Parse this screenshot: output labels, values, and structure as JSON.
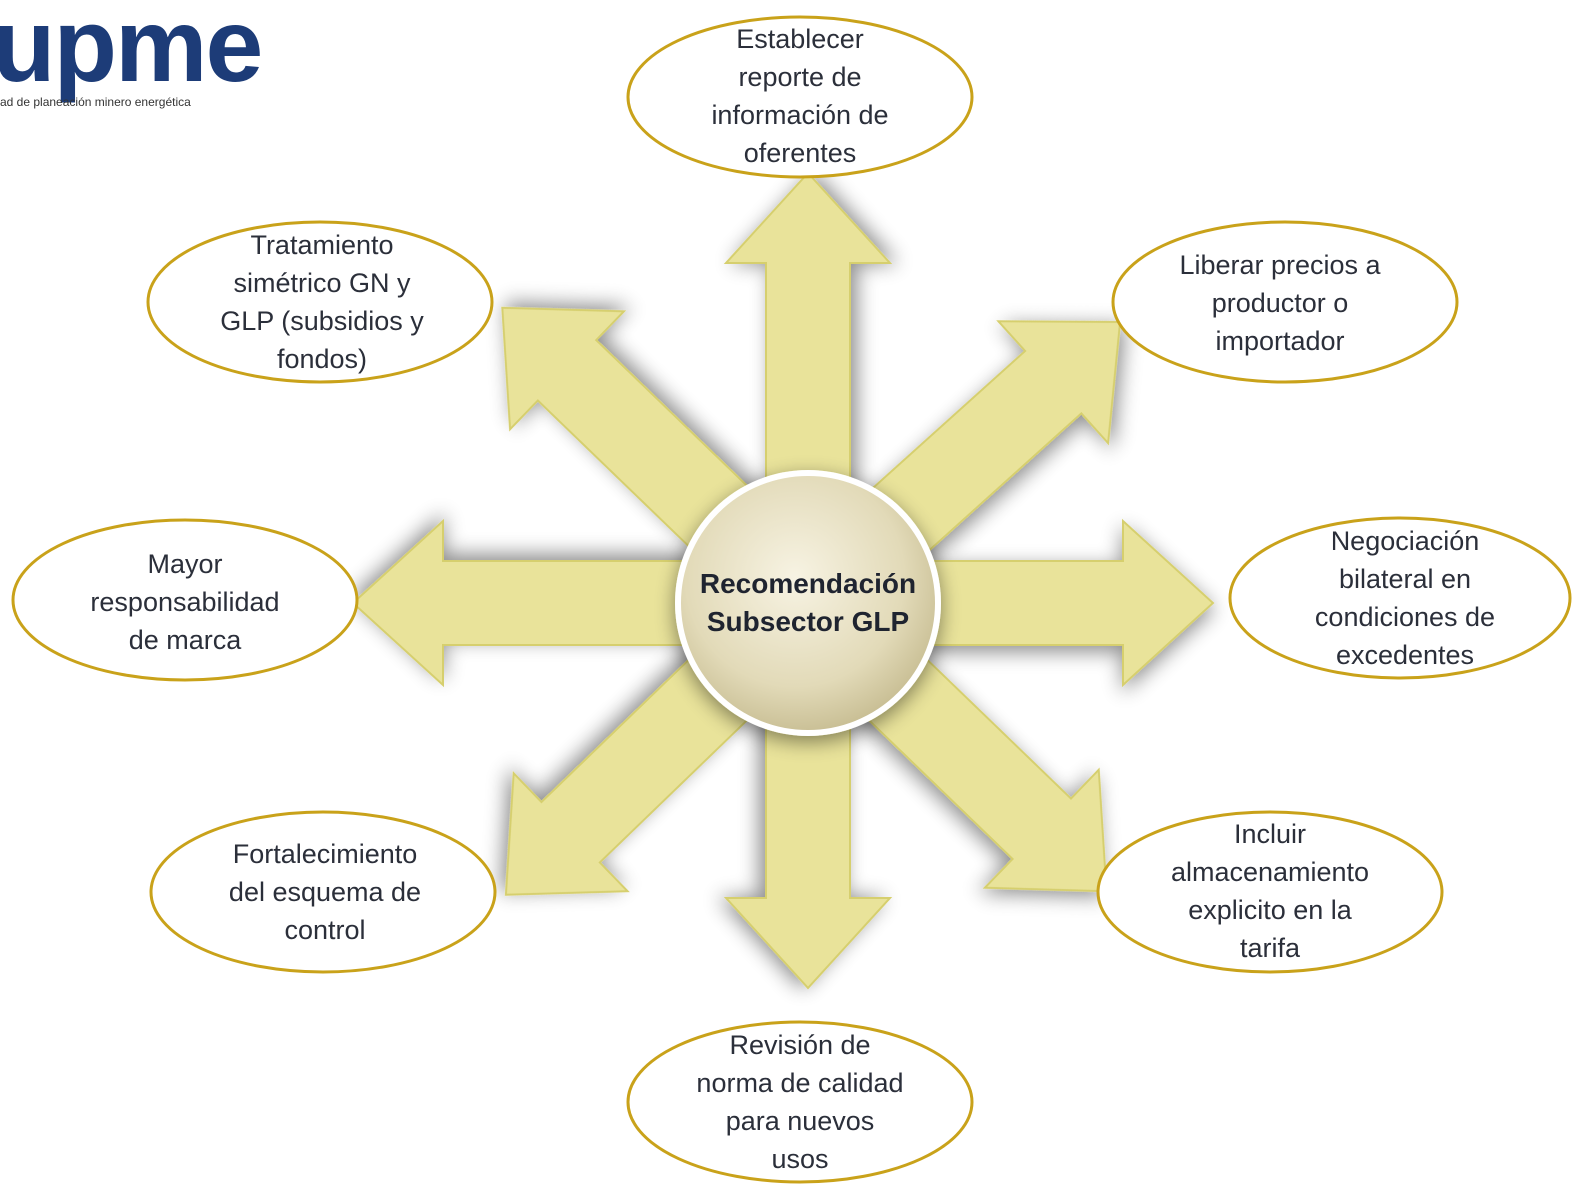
{
  "logo": {
    "name": "upme",
    "tagline": "ad de planeación minero energética"
  },
  "center": {
    "label": "Recomendación\nSubsector GLP"
  },
  "nodes": [
    {
      "id": "top",
      "label": "Establecer\nreporte de\ninformación de\noferentes"
    },
    {
      "id": "top-right",
      "label": "Liberar precios a\nproductor  o\nimportador"
    },
    {
      "id": "right",
      "label": "Negociación\nbilateral en\ncondiciones de\nexcedentes"
    },
    {
      "id": "bottom-right",
      "label": "Incluir\nalmacenamiento\nexplicito en la\ntarifa"
    },
    {
      "id": "bottom",
      "label": "Revisión de\nnorma de calidad\npara nuevos\nusos"
    },
    {
      "id": "bottom-left",
      "label": "Fortalecimiento\ndel esquema de\ncontrol"
    },
    {
      "id": "left",
      "label": "Mayor\nresponsabilidad\nde marca"
    },
    {
      "id": "top-left",
      "label": "Tratamiento\nsimétrico GN y\nGLP (subsidios y\nfondos)"
    }
  ],
  "colors": {
    "arrow_fill": "#e9e39a",
    "arrow_edge": "#d6cf6e",
    "ellipse_stroke": "#c9a21a",
    "center_fill": "#e7e0c6"
  }
}
